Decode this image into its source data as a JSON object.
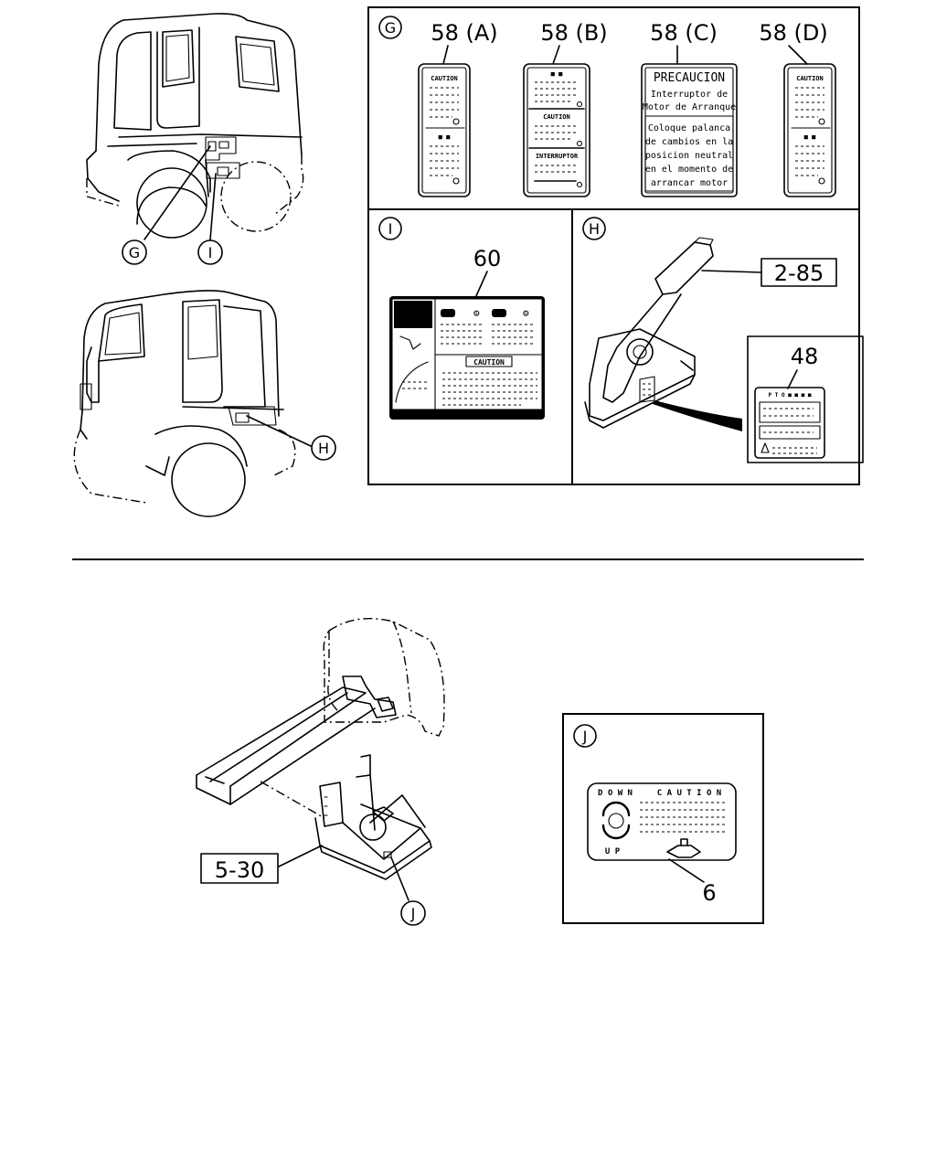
{
  "callouts": {
    "g": "G",
    "i": "I",
    "h": "H",
    "j": "J",
    "g_box": "G",
    "i_box": "I",
    "h_box": "H",
    "j_box": "J"
  },
  "refs": {
    "r_2_85": "2-85",
    "r_5_30": "5-30"
  },
  "labels_g": [
    {
      "id": "58(A)",
      "text": "58 (A)"
    },
    {
      "id": "58(B)",
      "text": "58 (B)"
    },
    {
      "id": "58(C)",
      "text": "58 (C)"
    },
    {
      "id": "58(D)",
      "text": "58 (D)"
    }
  ],
  "decal_a": {
    "caution": "CAUTION"
  },
  "decal_b": {
    "caution": "CAUTION",
    "interruptor": "INTERRUPTOR"
  },
  "decal_c": {
    "title": "PRECAUCION",
    "lines1": [
      "Interruptor de",
      "Motor de Arranque"
    ],
    "lines2": [
      "Coloque palanca",
      "de cambios en la",
      "posicion neutral",
      "en el momento de",
      "arrancar motor"
    ]
  },
  "decal_d": {
    "caution": "CAUTION"
  },
  "part_60": {
    "number": "60",
    "caution": "CAUTION"
  },
  "part_48": {
    "number": "48"
  },
  "part_6": {
    "number": "6",
    "down": "D O W N",
    "caution": "C A U T I O N",
    "up": "U P"
  }
}
